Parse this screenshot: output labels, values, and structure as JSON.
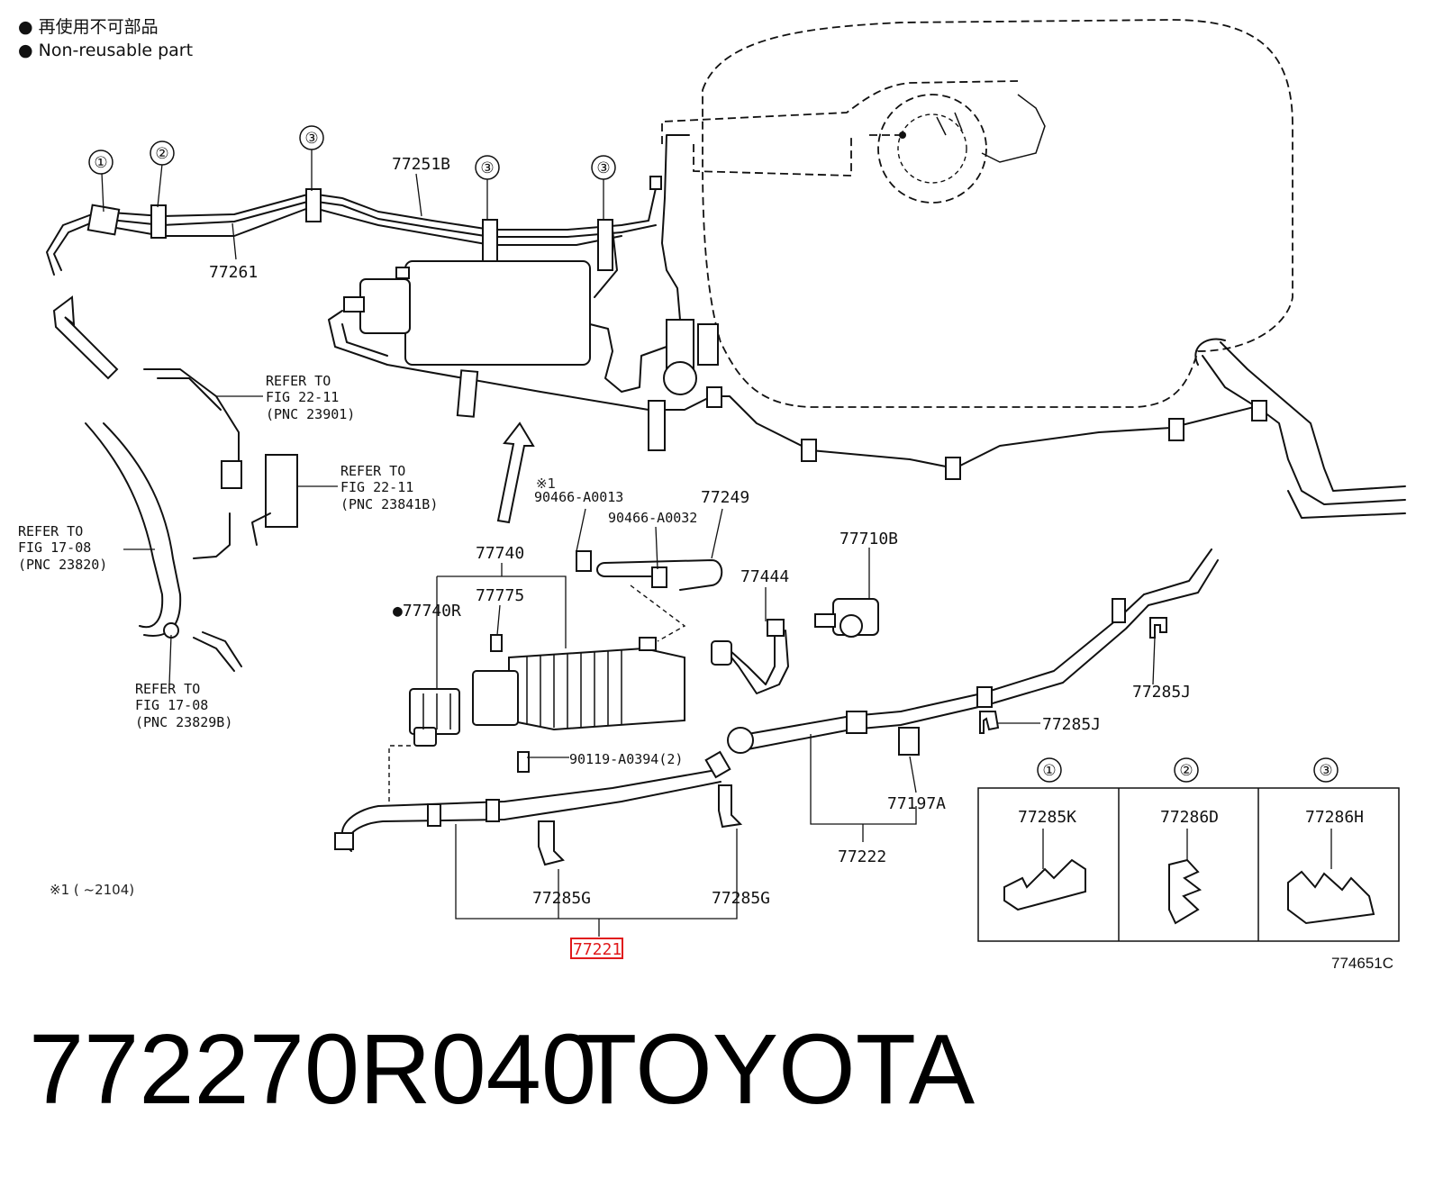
{
  "legend": {
    "line1": "● 再使用不可部品",
    "line2": "● Non-reusable part"
  },
  "callouts": {
    "c1": "①",
    "c2": "②",
    "c3a": "③",
    "c3b": "③",
    "c3c": "③"
  },
  "labels": {
    "p77251B": "77251B",
    "p77261": "77261",
    "ref_a1": "REFER TO",
    "ref_a2": "FIG 22-11",
    "ref_a3": "(PNC 23901)",
    "ref_b1": "REFER TO",
    "ref_b2": "FIG 22-11",
    "ref_b3": "(PNC 23841B)",
    "ref_c1": "REFER TO",
    "ref_c2": "FIG 17-08",
    "ref_c3": "(PNC 23820)",
    "ref_d1": "REFER TO",
    "ref_d2": "FIG 17-08",
    "ref_d3": "(PNC 23829B)",
    "mark1": "※1",
    "p90466_A0013": "90466-A0013",
    "p90466_A0032": "90466-A0032",
    "p77249": "77249",
    "p77740": "77740",
    "p77775": "77775",
    "p77740R": "●77740R",
    "p77710B": "77710B",
    "p77444": "77444",
    "p77285J_a": "77285J",
    "p77285J_b": "77285J",
    "p90119": "90119-A0394(2)",
    "p77197A": "77197A",
    "p77222": "77222",
    "p77285G_a": "77285G",
    "p77285G_b": "77285G",
    "p77221": "77221",
    "footnote": "※1 (      ~2104)",
    "fig_code": "774651C"
  },
  "inset": {
    "c1": "①",
    "c2": "②",
    "c3": "③",
    "p1": "77285K",
    "p2": "77286D",
    "p3": "77286H"
  },
  "caption": {
    "part_number": "772270R040",
    "brand": "TOYOTA"
  },
  "highlight_color": "#e0191b"
}
